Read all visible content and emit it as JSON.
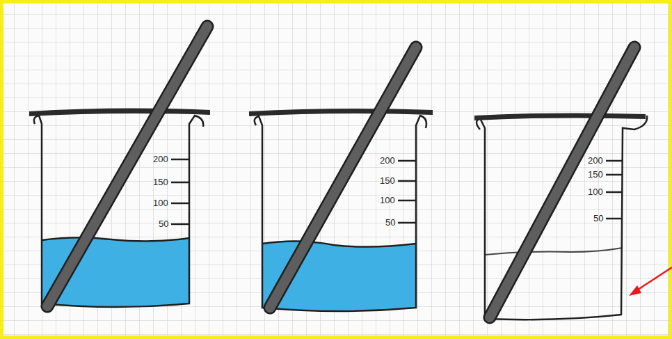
{
  "diagram": {
    "labels": [
      "200",
      "150",
      "100",
      "50",
      "200",
      "150",
      "100",
      "50",
      "200",
      "150",
      "100",
      "50"
    ]
  }
}
